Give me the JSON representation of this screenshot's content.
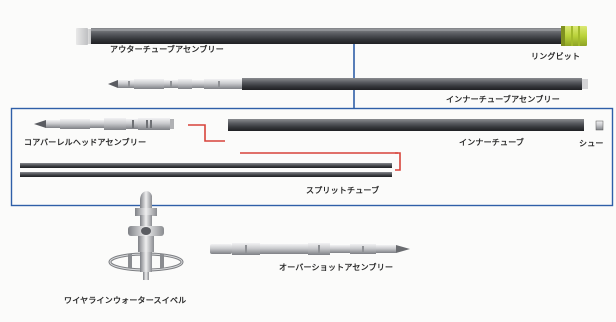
{
  "labels": {
    "outer_tube_assembly": "アウターチューブアセンブリー",
    "ring_bit": "リングビット",
    "inner_tube_assembly": "インナーチューブアセンブリー",
    "core_barrel_head_assembly": "コアバーレルヘッドアセンブリー",
    "inner_tube": "インナーチューブ",
    "shoe": "シュー",
    "split_tube": "スプリットチューブ",
    "overshot_assembly": "オーバーショットアセンブリー",
    "wireline_water_swivel": "ワイヤラインウォータースイベル"
  },
  "colors": {
    "frame_blue": "#2f5fa8",
    "connector_red": "#d8433a",
    "ring_bit_green": "#b9d23a",
    "tube_dark": "#3a3c40",
    "metal_light": "#d9dadc"
  }
}
